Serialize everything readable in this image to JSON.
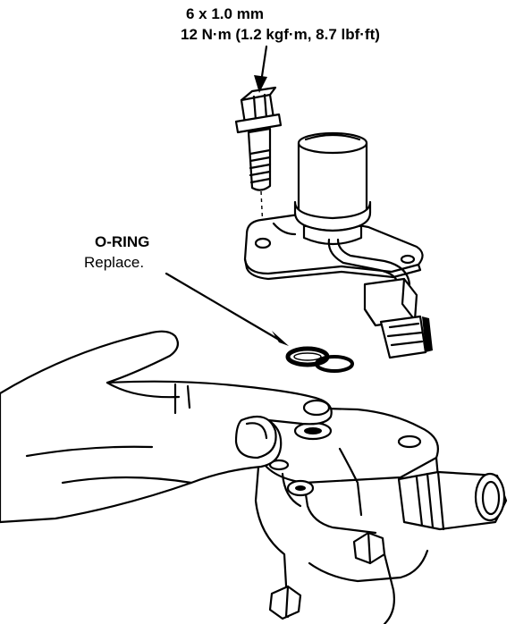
{
  "labels": {
    "bolt_size": "6 x 1.0 mm",
    "bolt_torque": "12 N·m (1.2 kgf·m, 8.7 lbf·ft)",
    "oring_title": "O-RING",
    "oring_note": "Replace."
  },
  "colors": {
    "ink": "#000000",
    "paper": "#ffffff"
  }
}
